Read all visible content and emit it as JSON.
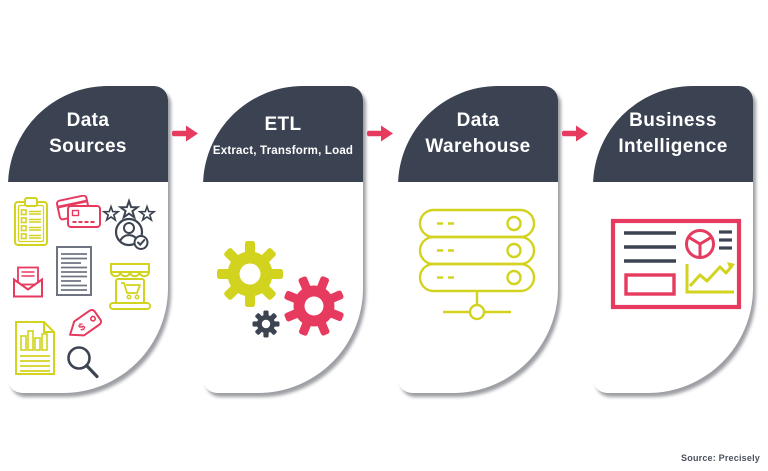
{
  "diagram": {
    "stages": [
      {
        "id": "data-sources",
        "title_lines": [
          "Data",
          "Sources"
        ],
        "icons": [
          "clipboard-survey-icon",
          "credit-cards-icon",
          "customer-reviews-icon",
          "mail-envelope-icon",
          "text-document-icon",
          "online-store-icon",
          "sales-report-icon",
          "price-tag-icon",
          "search-magnifier-icon"
        ]
      },
      {
        "id": "etl",
        "title_lines": [
          "ETL"
        ],
        "subtitle": "Extract, Transform, Load",
        "icons": [
          "gear-large-yellow-icon",
          "gear-large-pink-icon",
          "gear-small-dark-icon"
        ]
      },
      {
        "id": "data-warehouse",
        "title_lines": [
          "Data",
          "Warehouse"
        ],
        "icons": [
          "server-stack-icon"
        ]
      },
      {
        "id": "business-intelligence",
        "title_lines": [
          "Business",
          "Intelligence"
        ],
        "icons": [
          "bi-dashboard-icon"
        ]
      }
    ],
    "arrow_glyph": "right-arrow",
    "price_tag_symbol": "$",
    "source_note": "Source: Precisely",
    "colors": {
      "header_bg": "#3b4251",
      "accent_pink": "#e73a5f",
      "accent_yellow": "#d2d31f",
      "icon_dark": "#3d4451",
      "doc_gray": "#6e7482",
      "card_bg": "#ffffff",
      "note_color": "#3b4251"
    }
  }
}
